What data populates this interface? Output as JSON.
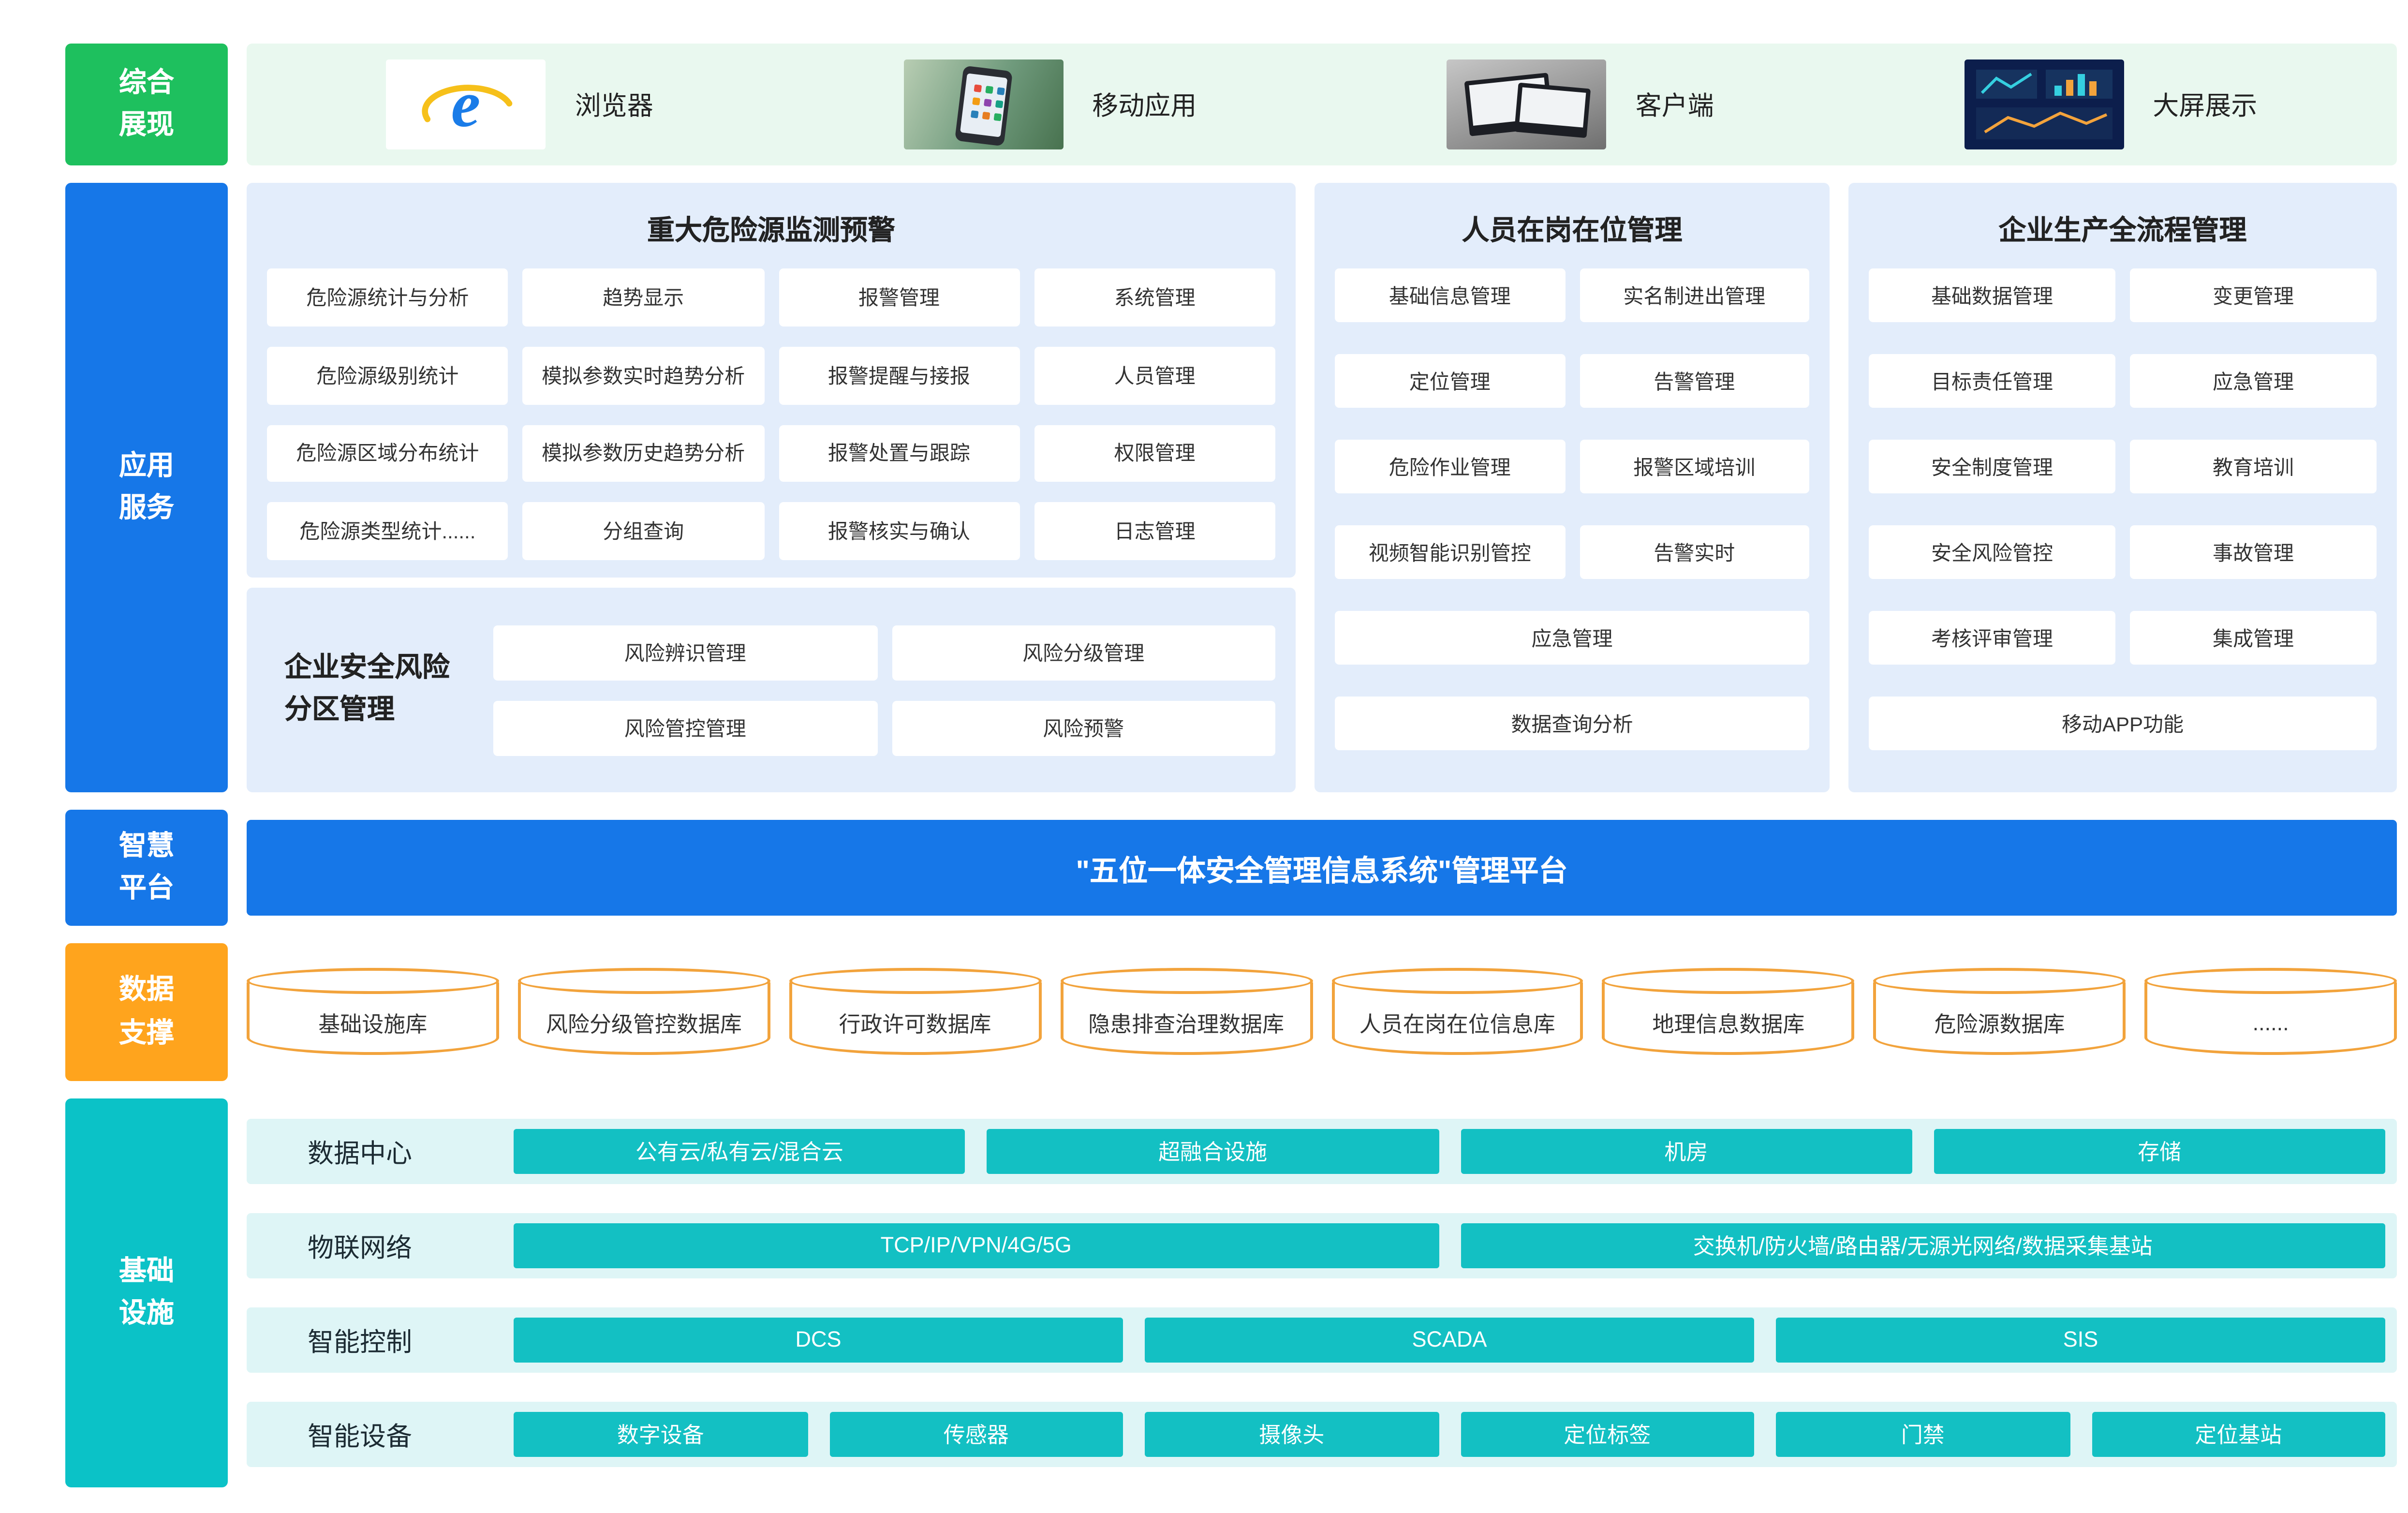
{
  "colors": {
    "green": "#1ec05e",
    "blue": "#1677e8",
    "orange": "#ffa41d",
    "teal": "#0bc2c7",
    "panel_bg": "#e3edfb",
    "display_bg": "#e9f8ef",
    "infra_band_bg": "#def5f6",
    "infra_box": "#13c0c3",
    "db_border": "#f2a33c"
  },
  "display_layer": {
    "label": "综合展现",
    "items": [
      {
        "name": "浏览器",
        "icon": "browser-icon"
      },
      {
        "name": "移动应用",
        "icon": "mobile-app-icon"
      },
      {
        "name": "客户端",
        "icon": "client-icon"
      },
      {
        "name": "大屏展示",
        "icon": "big-screen-icon"
      }
    ]
  },
  "application_layer": {
    "label": "应用服务",
    "hazard_panel": {
      "title": "重大危险源监测预警",
      "items": [
        "危险源统计与分析",
        "趋势显示",
        "报警管理",
        "系统管理",
        "危险源级别统计",
        "模拟参数实时趋势分析",
        "报警提醒与接报",
        "人员管理",
        "危险源区域分布统计",
        "模拟参数历史趋势分析",
        "报警处置与跟踪",
        "权限管理",
        "危险源类型统计......",
        "分组查询",
        "报警核实与确认",
        "日志管理"
      ]
    },
    "risk_panel": {
      "title": "企业安全风险分区管理",
      "items": [
        "风险辨识管理",
        "风险分级管理",
        "风险管控管理",
        "风险预警"
      ]
    },
    "personnel_panel": {
      "title": "人员在岗在位管理",
      "items": [
        "基础信息管理",
        "实名制进出管理",
        "定位管理",
        "告警管理",
        "危险作业管理",
        "报警区域培训",
        "视频智能识别管控",
        "告警实时"
      ],
      "wide_items": [
        "应急管理",
        "数据查询分析"
      ]
    },
    "production_panel": {
      "title": "企业生产全流程管理",
      "items": [
        "基础数据管理",
        "变更管理",
        "目标责任管理",
        "应急管理",
        "安全制度管理",
        "教育培训",
        "安全风险管控",
        "事故管理",
        "考核评审管理",
        "集成管理"
      ],
      "wide_items": [
        "移动APP功能"
      ]
    }
  },
  "platform_layer": {
    "label": "智慧平台",
    "bar_text": "\"五位一体安全管理信息系统\"管理平台"
  },
  "data_layer": {
    "label": "数据支撑",
    "databases": [
      "基础设施库",
      "风险分级管控数据库",
      "行政许可数据库",
      "隐患排查治理数据库",
      "人员在岗在位信息库",
      "地理信息数据库",
      "危险源数据库",
      "......"
    ]
  },
  "infrastructure_layer": {
    "label": "基础设施",
    "rows": [
      {
        "label": "数据中心",
        "items": [
          "公有云/私有云/混合云",
          "超融合设施",
          "机房",
          "存储"
        ]
      },
      {
        "label": "物联网络",
        "items": [
          "TCP/IP/VPN/4G/5G",
          "交换机/防火墙/路由器/无源光网络/数据采集基站"
        ]
      },
      {
        "label": "智能控制",
        "items": [
          "DCS",
          "SCADA",
          "SIS"
        ]
      },
      {
        "label": "智能设备",
        "items": [
          "数字设备",
          "传感器",
          "摄像头",
          "定位标签",
          "门禁",
          "定位基站"
        ]
      }
    ]
  }
}
